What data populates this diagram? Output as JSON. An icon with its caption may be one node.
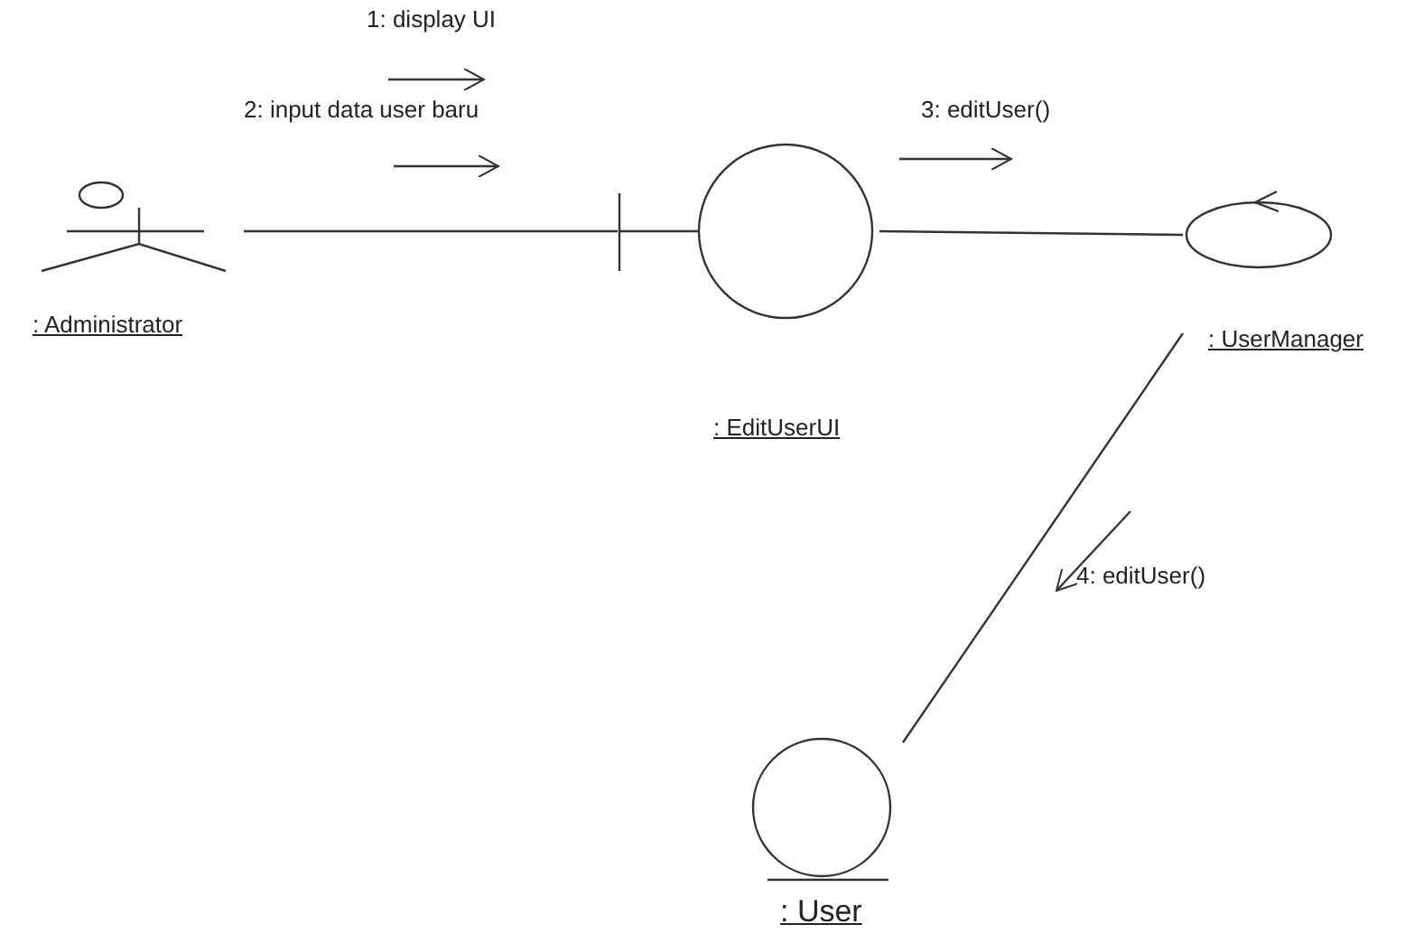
{
  "diagram": {
    "nodes": [
      {
        "text": [
          ": Administrator"
        ]
      },
      {
        "text": [
          ": EditUserUI"
        ]
      },
      {
        "text": [
          ": UserManager"
        ]
      },
      {
        "text": [
          ": User"
        ]
      }
    ],
    "edges": [
      {
        "from": 0,
        "to": 1,
        "arrow": "none"
      },
      {
        "from": 1,
        "to": 2,
        "arrow": "none"
      },
      {
        "from": 2,
        "to": 3,
        "arrow": "none"
      }
    ],
    "labels": [
      "1: display UI",
      "2: input data user baru",
      "3: editUser()",
      "4: editUser()"
    ]
  }
}
